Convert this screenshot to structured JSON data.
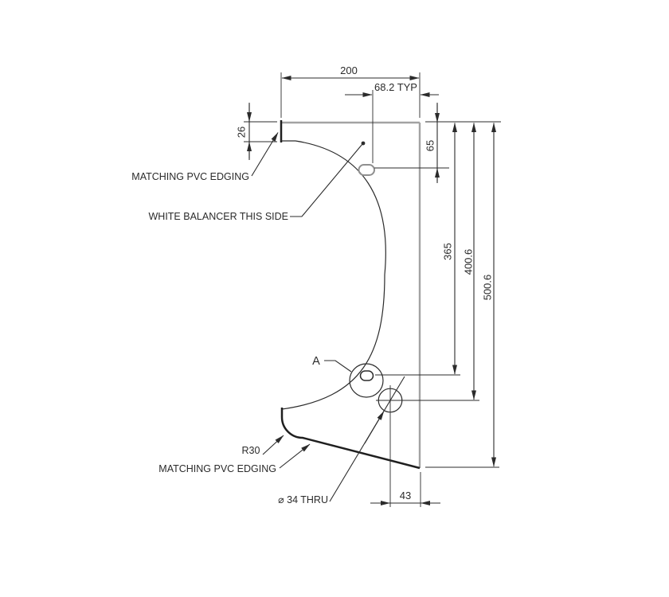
{
  "dimensions": {
    "top_width": "200",
    "slot_offset_typ": "68.2 TYP",
    "top_edge_height": "26",
    "top_inset": "65",
    "slot_a_depth": "365",
    "hole_depth": "400.6",
    "overall_height": "500.6",
    "hole_edge_offset": "43"
  },
  "labels": {
    "pvc_edging_top": "MATCHING PVC EDGING",
    "white_balancer": "WHITE BALANCER THIS SIDE",
    "detail_marker": "A",
    "corner_radius": "R30",
    "pvc_edging_bottom": "MATCHING PVC EDGING",
    "thru_hole": "⌀ 34 THRU"
  },
  "colors": {
    "line": "#2b2b2b",
    "panel_edge_raw": "#a3a3a3",
    "panel_edge_banded": "#1f1f1f",
    "background": "#ffffff"
  }
}
